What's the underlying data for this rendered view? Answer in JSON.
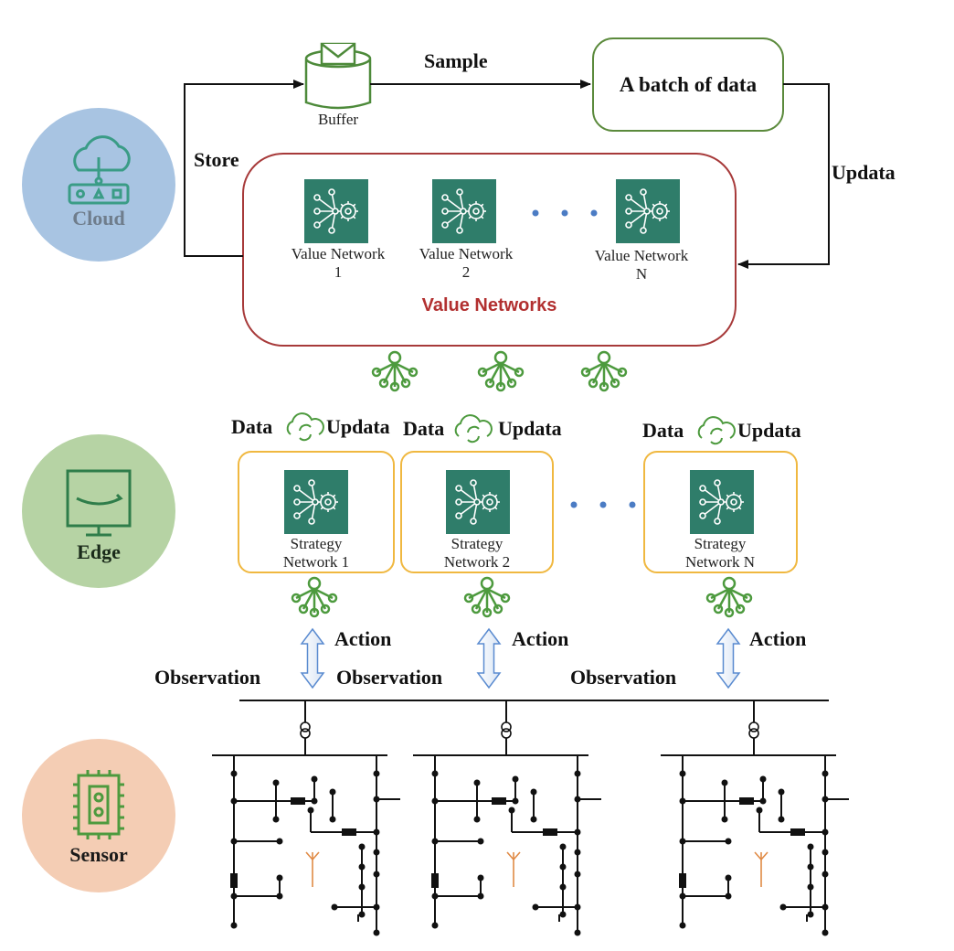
{
  "tiers": {
    "cloud": {
      "label": "Cloud",
      "color": "#a8c4e2",
      "text_color": "#6f7d8c"
    },
    "edge": {
      "label": "Edge",
      "color": "#b6d3a4",
      "text_color": "#1a2a1a"
    },
    "sensor": {
      "label": "Sensor",
      "color": "#f4cdb4",
      "text_color": "#1a1a1a"
    }
  },
  "buffer": {
    "label": "Buffer"
  },
  "batch": {
    "label": "A batch of data"
  },
  "edges": {
    "sample": "Sample",
    "store": "Store",
    "updata": "Updata"
  },
  "value_networks": {
    "title": "Value Networks",
    "items": [
      {
        "line1": "Value Network",
        "line2": "1"
      },
      {
        "line1": "Value Network",
        "line2": "2"
      },
      {
        "line1": "Value Network",
        "line2": "N"
      }
    ]
  },
  "strategy_networks": [
    {
      "line1": "Strategy",
      "line2": "Network 1",
      "data": "Data",
      "updata": "Updata",
      "action": "Action",
      "observation": "Observation"
    },
    {
      "line1": "Strategy",
      "line2": "Network 2",
      "data": "Data",
      "updata": "Updata",
      "action": "Action",
      "observation": "Observation"
    },
    {
      "line1": "Strategy",
      "line2": "Network N",
      "data": "Data",
      "updata": "Updata",
      "action": "Action",
      "observation": "Observation"
    }
  ],
  "colors": {
    "value_box": "#a73a3a",
    "value_title": "#b23030",
    "batch_box": "#5b8a3c",
    "strategy_box": "#f0b840",
    "network_tile": "#2f7d6a",
    "icon_green": "#4d9a3e",
    "dots_blue": "#4b7cc4",
    "arrow_blue": "#5a8bd0",
    "antenna": "#e08a45"
  }
}
